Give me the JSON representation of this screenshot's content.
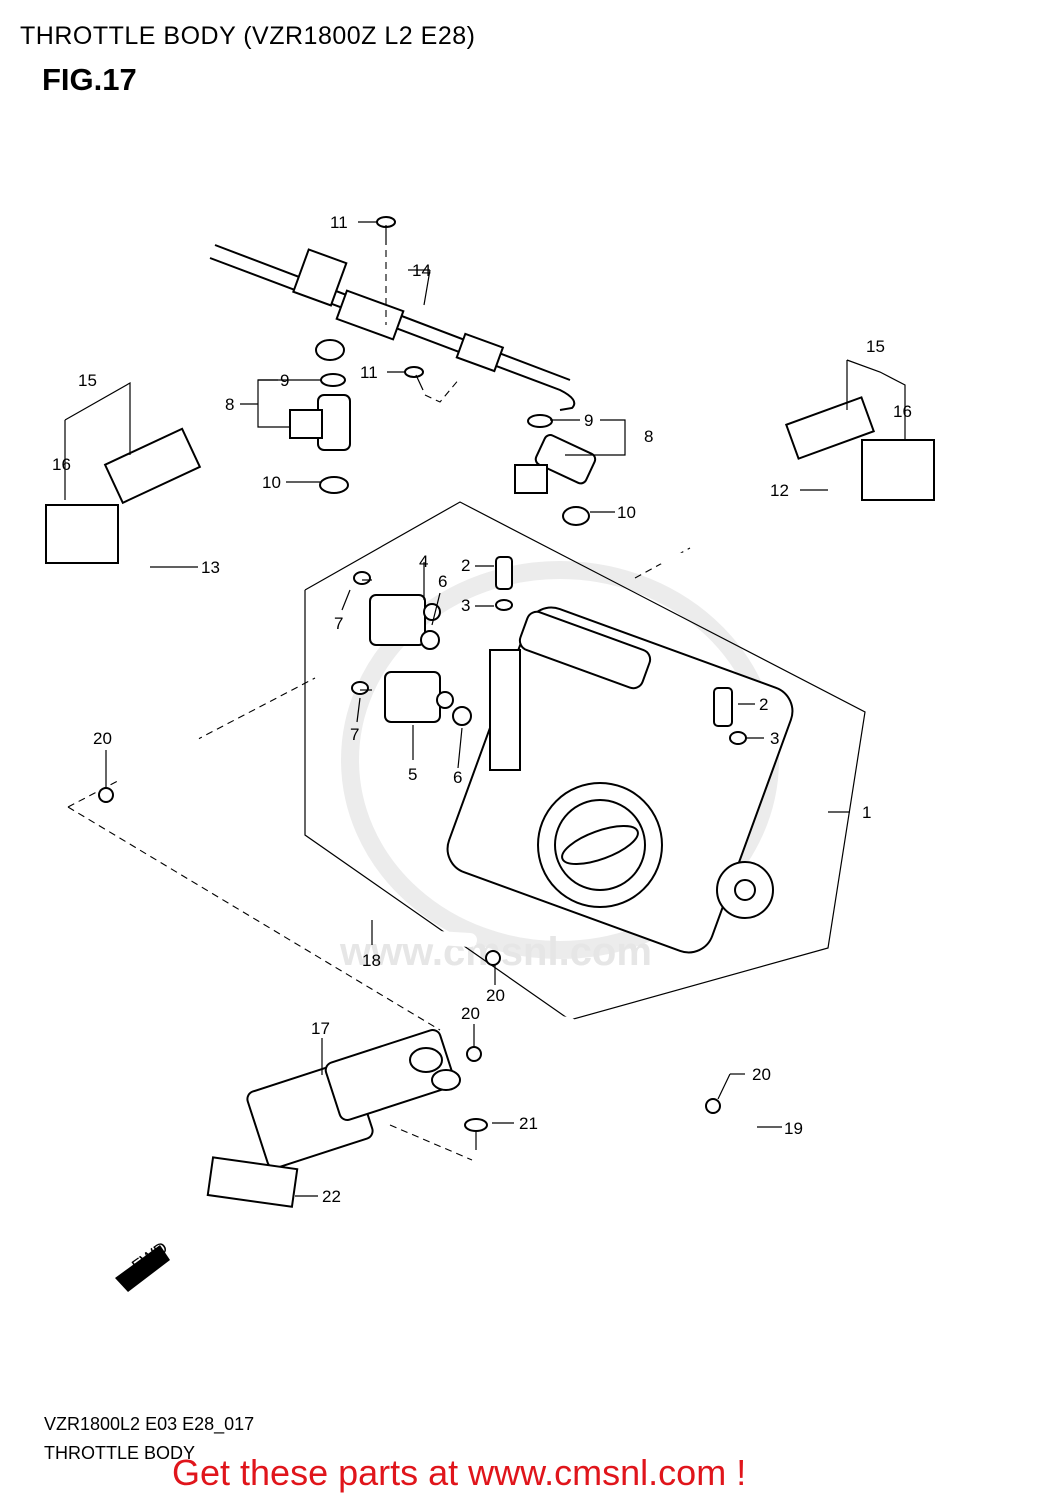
{
  "header": {
    "title": "THROTTLE BODY (VZR1800Z L2 E28)",
    "figure": "FIG.17"
  },
  "diagram": {
    "watermark": "www.cmsnl.com",
    "fwd_marker": "FWD",
    "callouts": {
      "c1": "1",
      "c2a": "2",
      "c2b": "2",
      "c3a": "3",
      "c3b": "3",
      "c4": "4",
      "c5": "5",
      "c6a": "6",
      "c6b": "6",
      "c7a": "7",
      "c7b": "7",
      "c8a": "8",
      "c8b": "8",
      "c9a": "9",
      "c9b": "9",
      "c10a": "10",
      "c10b": "10",
      "c11a": "11",
      "c11b": "11",
      "c12": "12",
      "c13": "13",
      "c14": "14",
      "c15a": "15",
      "c15b": "15",
      "c16a": "16",
      "c16b": "16",
      "c17": "17",
      "c18": "18",
      "c19": "19",
      "c20a": "20",
      "c20b": "20",
      "c20c": "20",
      "c20d": "20",
      "c21": "21",
      "c22": "22"
    }
  },
  "footer": {
    "code": "VZR1800L2 E03 E28_017",
    "name": "THROTTLE BODY",
    "promo": "Get these parts at www.cmsnl.com !"
  }
}
